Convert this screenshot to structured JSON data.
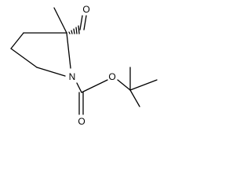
{
  "molecule": {
    "atoms": {
      "n1": "N",
      "o_aldehyde": "O",
      "o_ester": "O",
      "o_carbonyl": "O"
    }
  },
  "colors": {
    "bond": "#000000",
    "background": "#ffffff"
  }
}
